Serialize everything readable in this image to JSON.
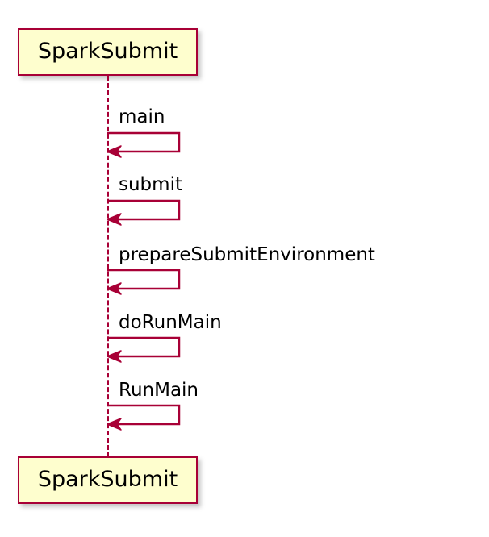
{
  "diagram": {
    "type": "uml-sequence-diagram",
    "background_color": "#FFFFFF",
    "participants": [
      {
        "id": "top",
        "name": "SparkSubmit"
      },
      {
        "id": "bottom",
        "name": "SparkSubmit"
      }
    ],
    "style": {
      "participant_fill": "#FEFECE",
      "participant_border": "#A80036",
      "line_color": "#A80036",
      "text_color": "#000000"
    },
    "messages": [
      {
        "index": 1,
        "label": "main",
        "kind": "self-call"
      },
      {
        "index": 2,
        "label": "submit",
        "kind": "self-call"
      },
      {
        "index": 3,
        "label": "prepareSubmitEnvironment",
        "kind": "self-call"
      },
      {
        "index": 4,
        "label": "doRunMain",
        "kind": "self-call"
      },
      {
        "index": 5,
        "label": "RunMain",
        "kind": "self-call"
      }
    ]
  }
}
